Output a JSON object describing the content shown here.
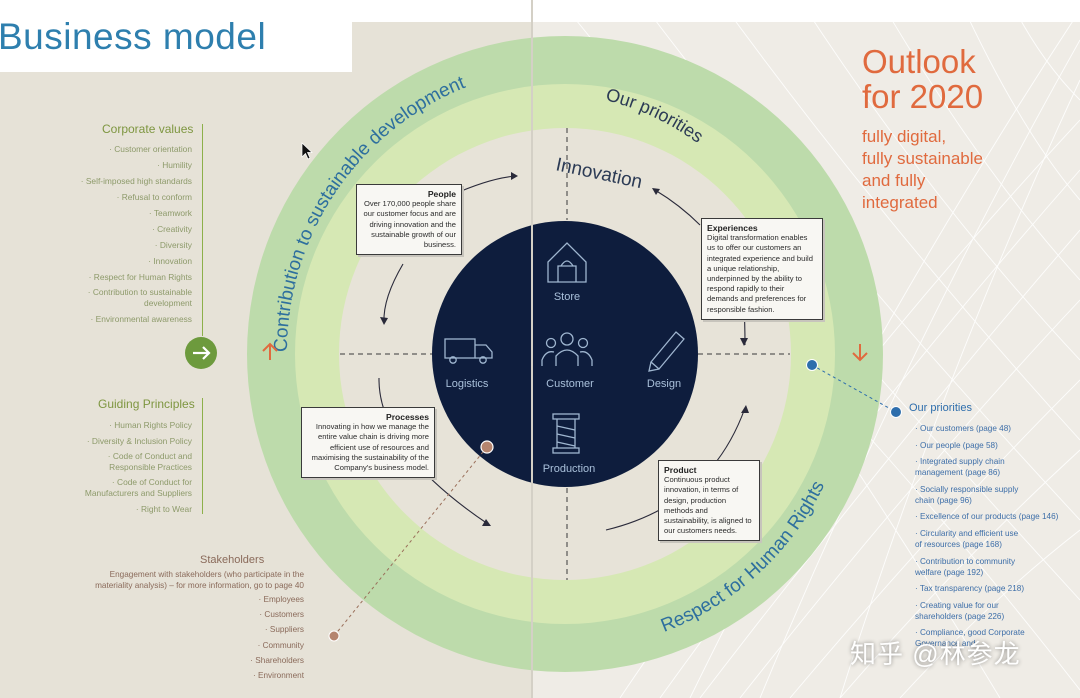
{
  "header": {
    "title": "Business model"
  },
  "ring_labels": {
    "outer_top": "Contribution to sustainable development",
    "outer_bottom": "Respect for Human Rights",
    "middle": "Our priorities",
    "inner_top": "Innovation"
  },
  "core": {
    "items": [
      {
        "icon": "store-icon",
        "label": "Store"
      },
      {
        "icon": "customer-icon",
        "label": "Customer"
      },
      {
        "icon": "logistics-icon",
        "label": "Logistics"
      },
      {
        "icon": "design-icon",
        "label": "Design"
      },
      {
        "icon": "production-icon",
        "label": "Production"
      }
    ]
  },
  "callouts": {
    "people": {
      "title": "People",
      "body": "Over 170,000 people share our customer focus and are driving innovation and the sustainable growth of our business."
    },
    "experiences": {
      "title": "Experiences",
      "body": "Digital transformation enables us to offer our customers an integrated experience and build a unique relationship, underpinned by the ability to respond rapidly to their demands and preferences for responsible fashion."
    },
    "processes": {
      "title": "Processes",
      "body": "Innovating in how we manage the entire value chain is driving more efficient use of resources and maximising the sustainability of the Company's business model."
    },
    "product": {
      "title": "Product",
      "body": "Continuous product innovation, in terms of design, production methods and sustainability, is aligned to our customers needs."
    }
  },
  "corporate_values": {
    "heading": "Corporate values",
    "items": [
      "· Customer orientation",
      "· Humility",
      "· Self-imposed high standards",
      "· Refusal to conform",
      "· Teamwork",
      "· Creativity",
      "· Diversity",
      "· Innovation",
      "· Respect for Human Rights",
      "· Contribution to sustainable development",
      "· Environmental awareness"
    ]
  },
  "guiding_principles": {
    "heading": "Guiding Principles",
    "items": [
      "· Human Rights Policy",
      "· Diversity & Inclusion Policy",
      "· Code of Conduct and Responsible Practices",
      "· Code of Conduct for Manufacturers and Suppliers",
      "· Right to Wear"
    ]
  },
  "stakeholders": {
    "heading": "Stakeholders",
    "subtitle": "Engagement with stakeholders (who participate in the materiality analysis) – for more information, go to page 40",
    "items": [
      "· Employees",
      "· Customers",
      "· Suppliers",
      "· Community",
      "· Shareholders",
      "· Environment"
    ]
  },
  "outlook": {
    "title_line1": "Outlook",
    "title_line2": "for 2020",
    "subtitle": [
      "fully digital,",
      "fully sustainable",
      "and fully",
      "integrated"
    ]
  },
  "our_priorities": {
    "heading": "Our priorities",
    "items": [
      "· Our customers (page 48)",
      "· Our people (page 58)",
      "· Integrated supply chain management (page 86)",
      "· Socially responsible supply chain (page 96)",
      "· Excellence of our products (page 146)",
      "· Circularity and efficient use of resources (page 168)",
      "· Contribution to community welfare (page 192)",
      "· Tax transparency (page 218)",
      "· Creating value for our shareholders (page 226)",
      "· Compliance, good Corporate Governance and..."
    ]
  },
  "watermark": "知乎 @林参龙",
  "colors": {
    "title_blue": "#2e7fae",
    "outer_ring": "#bddbab",
    "middle_ring": "#d6e8b4",
    "inner_circle": "#e7e3d8",
    "core_navy": "#0e1d3d",
    "accent_orange": "#e06a3e",
    "green_button": "#6d9a3d"
  }
}
